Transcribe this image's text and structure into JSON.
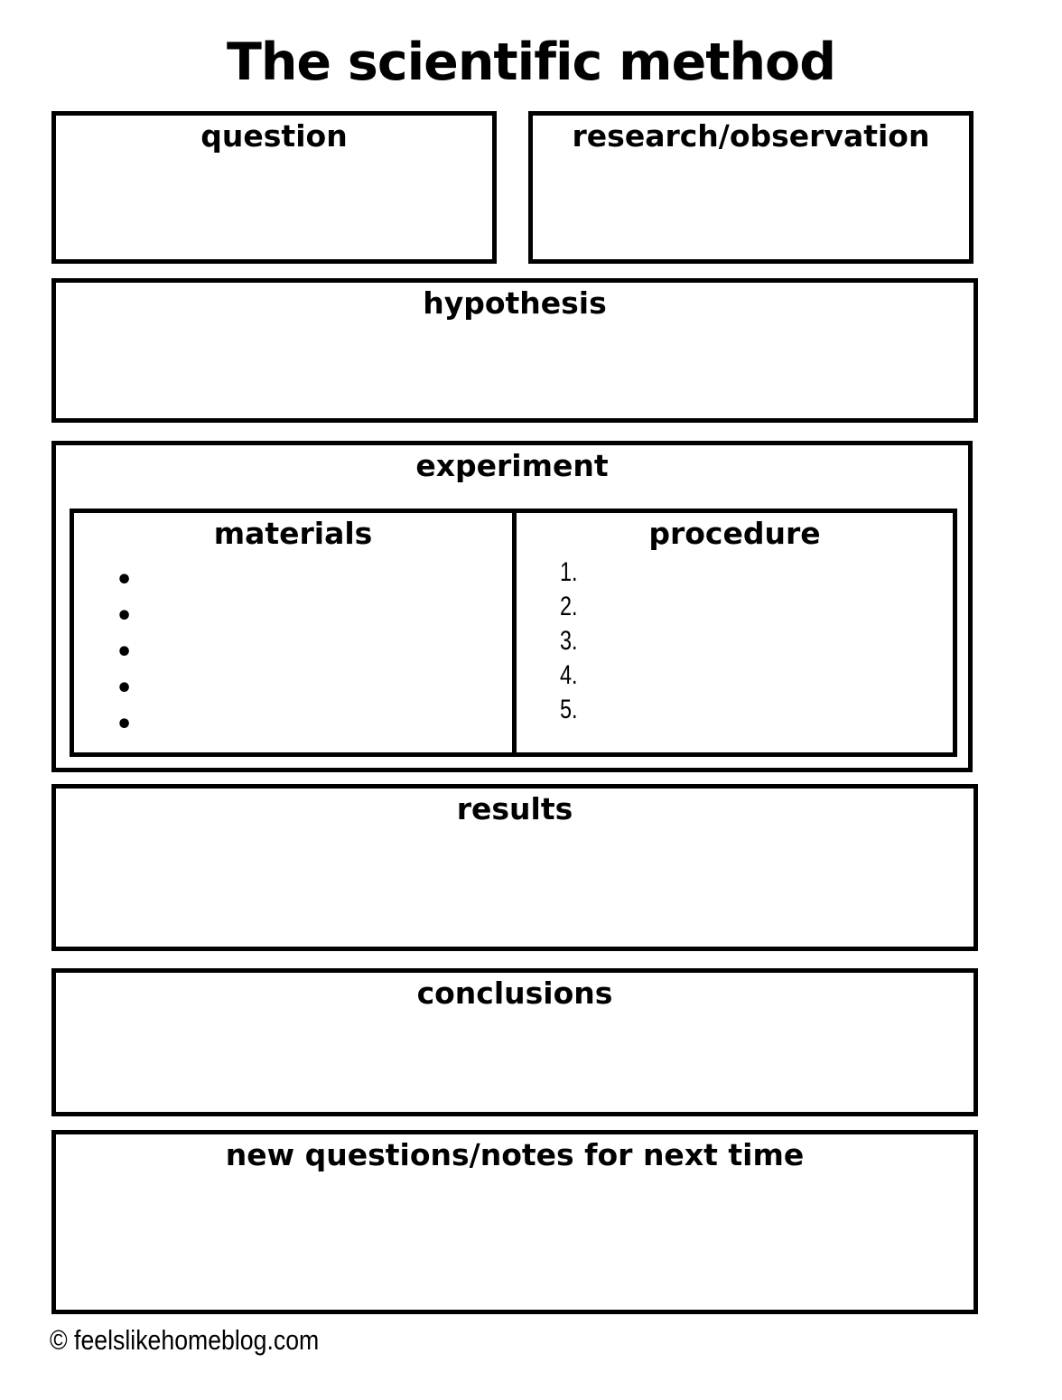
{
  "page": {
    "title": "The scientific method",
    "footer": "© feelslikehomeblog.com"
  },
  "colors": {
    "ink": "#000000",
    "paper": "#ffffff"
  },
  "sections": {
    "question": {
      "label": "question"
    },
    "research": {
      "label": "research/observation"
    },
    "hypothesis": {
      "label": "hypothesis"
    },
    "experiment": {
      "label": "experiment",
      "materials": {
        "label": "materials",
        "bullets": [
          "•",
          "•",
          "•",
          "•",
          "•"
        ]
      },
      "procedure": {
        "label": "procedure",
        "numbers": [
          "1.",
          "2.",
          "3.",
          "4.",
          "5."
        ]
      }
    },
    "results": {
      "label": "results"
    },
    "conclusions": {
      "label": "conclusions"
    },
    "new_questions": {
      "label": "new questions/notes for next time"
    }
  }
}
